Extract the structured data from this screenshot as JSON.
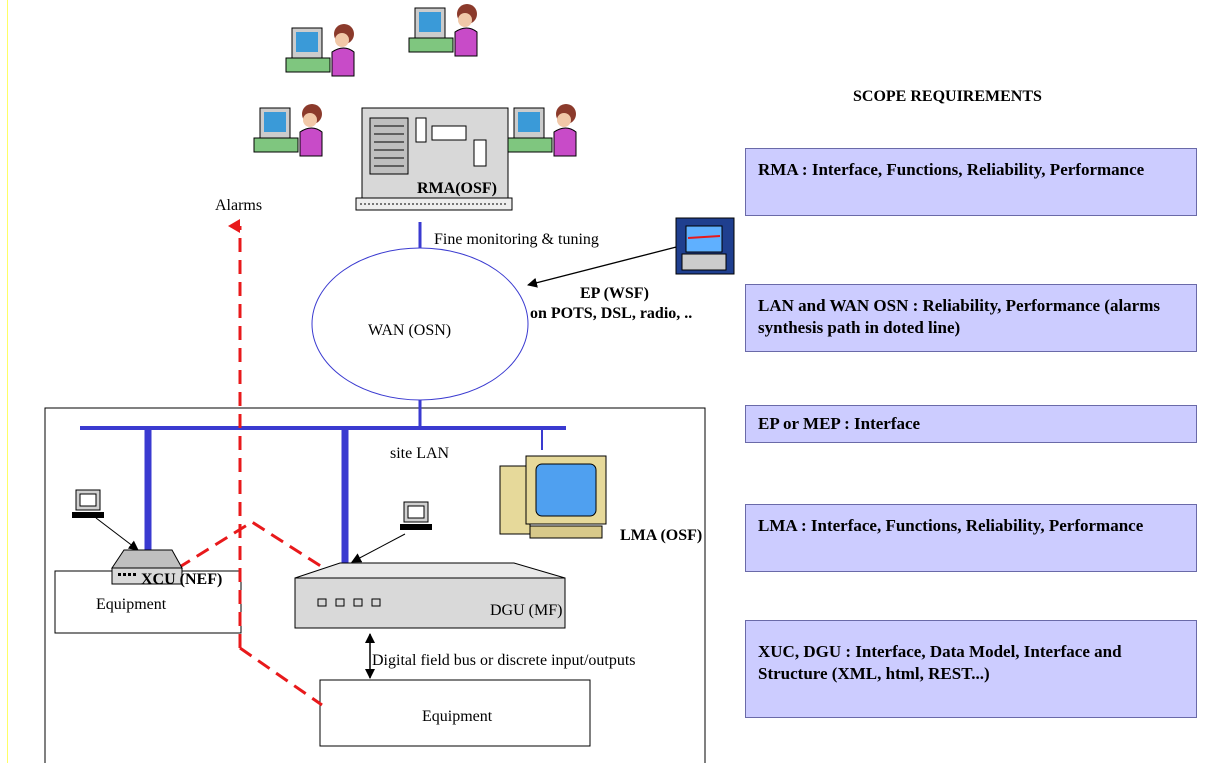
{
  "labels": {
    "alarms": "Alarms",
    "rma": "RMA(OSF)",
    "fine": "Fine monitoring & tuning",
    "ep_line1": "EP (WSF)",
    "ep_line2": "on POTS, DSL, radio, ..",
    "wan": "WAN (OSN)",
    "site_lan": "site LAN",
    "lma": "LMA (OSF)",
    "xcu": "XCU (NEF)",
    "dgu": "DGU (MF)",
    "equipment_left": "Equipment",
    "equipment_bottom": "Equipment",
    "field_bus": "Digital field bus or discrete input/outputs"
  },
  "scope": {
    "title": "SCOPE REQUIREMENTS",
    "items": [
      {
        "text": "RMA : Interface, Functions, Reliability, Performance"
      },
      {
        "text": "LAN and WAN OSN : Reliability, Performance (alarms synthesis path in doted line)"
      },
      {
        "text": "EP or MEP : Interface"
      },
      {
        "text": "LMA : Interface, Functions, Reliability, Performance"
      },
      {
        "text": "XUC, DGU : Interface, Data Model, Interface and Structure (XML, html, REST...)"
      }
    ]
  },
  "colors": {
    "network_line": "#3a3ad0",
    "alarm_path": "#e8191b",
    "req_fill": "#ccccff",
    "page_margin": "#ffff66"
  }
}
